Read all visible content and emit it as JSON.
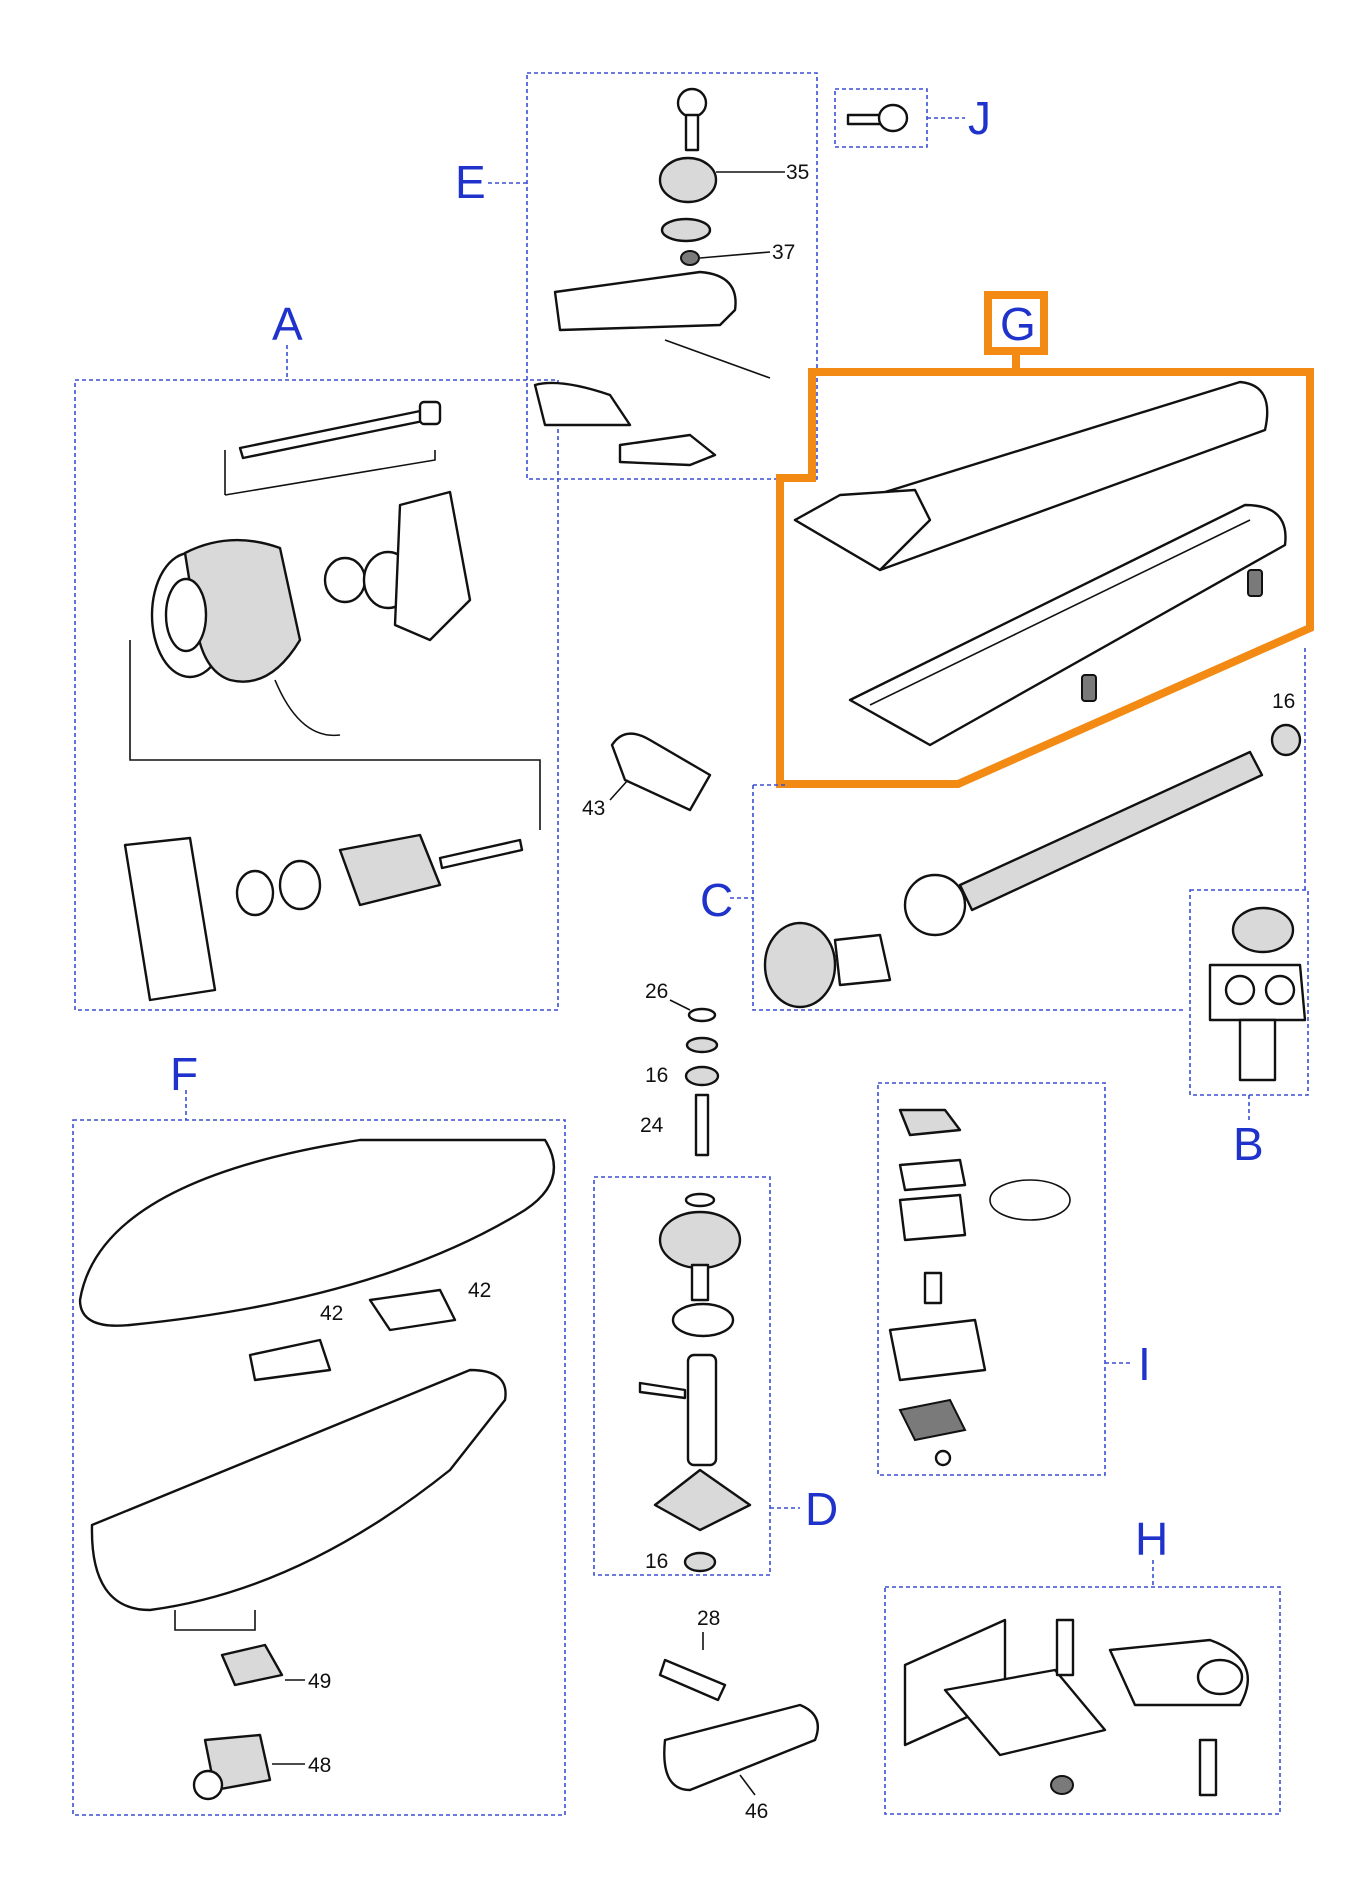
{
  "groups": {
    "A": "A",
    "B": "B",
    "C": "C",
    "D": "D",
    "E": "E",
    "F": "F",
    "G": "G",
    "H": "H",
    "I": "I",
    "J": "J"
  },
  "part_numbers": {
    "n35": "35",
    "n37": "37",
    "n16a": "16",
    "n43": "43",
    "n26": "26",
    "n16b": "16",
    "n24": "24",
    "n16c": "16",
    "n42a": "42",
    "n42b": "42",
    "n49": "49",
    "n48": "48",
    "n28": "28",
    "n46": "46"
  },
  "colors": {
    "group_letter": "#1f33cc",
    "group_box": "#3b4fd4",
    "highlight": "#f28a14"
  },
  "highlighted_group": "G"
}
